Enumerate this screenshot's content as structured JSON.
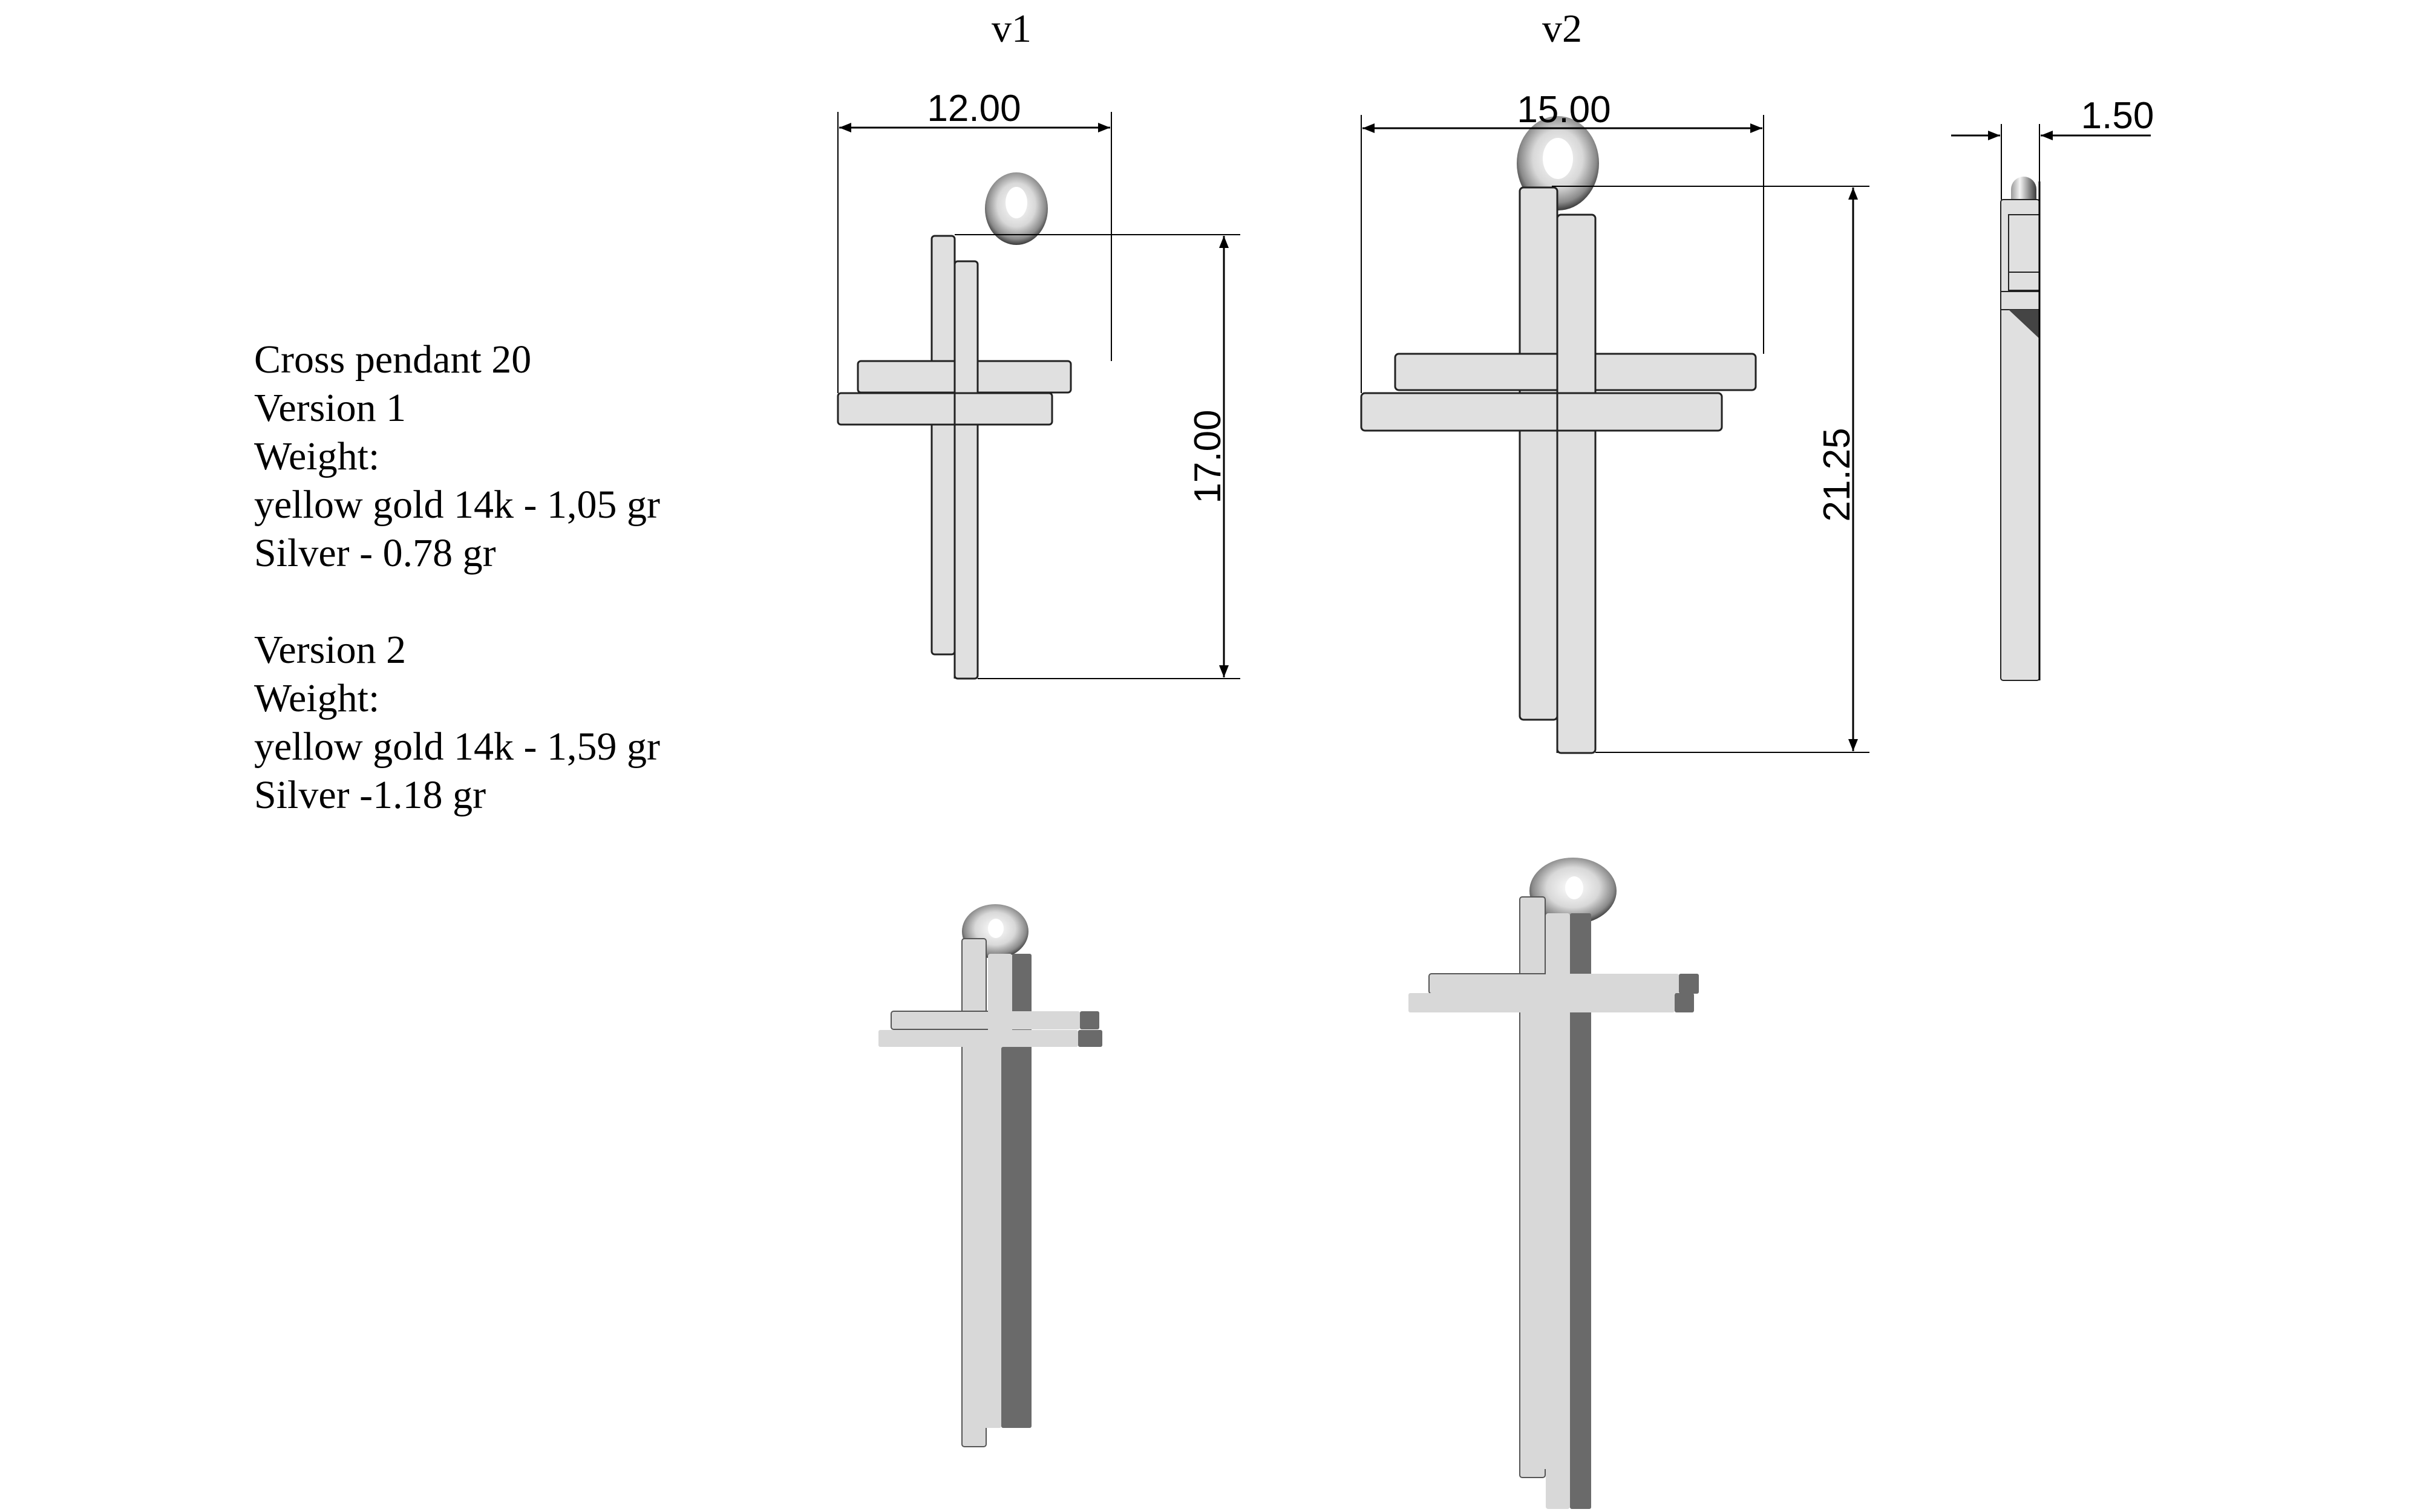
{
  "spec": {
    "title": "Cross pendant 20",
    "version1": {
      "label": "Version 1",
      "weight_label": "Weight:",
      "gold": "yellow gold 14k - 1,05 gr",
      "silver": "Silver - 0.78 gr"
    },
    "version2": {
      "label": "Version 2",
      "weight_label": "Weight:",
      "gold": "yellow gold 14k - 1,59 gr",
      "silver": "Silver -1.18 gr"
    }
  },
  "views": {
    "v1": {
      "label": "v1",
      "width_dim": "12.00",
      "height_dim": "17.00"
    },
    "v2": {
      "label": "v2",
      "width_dim": "15.00",
      "height_dim": "21.25"
    },
    "side": {
      "thickness_dim": "1.50"
    }
  },
  "colors": {
    "metal_face": "#e0e0e0",
    "metal_shadow": "#6a6a6a",
    "outline": "#000000",
    "background": "#ffffff"
  }
}
